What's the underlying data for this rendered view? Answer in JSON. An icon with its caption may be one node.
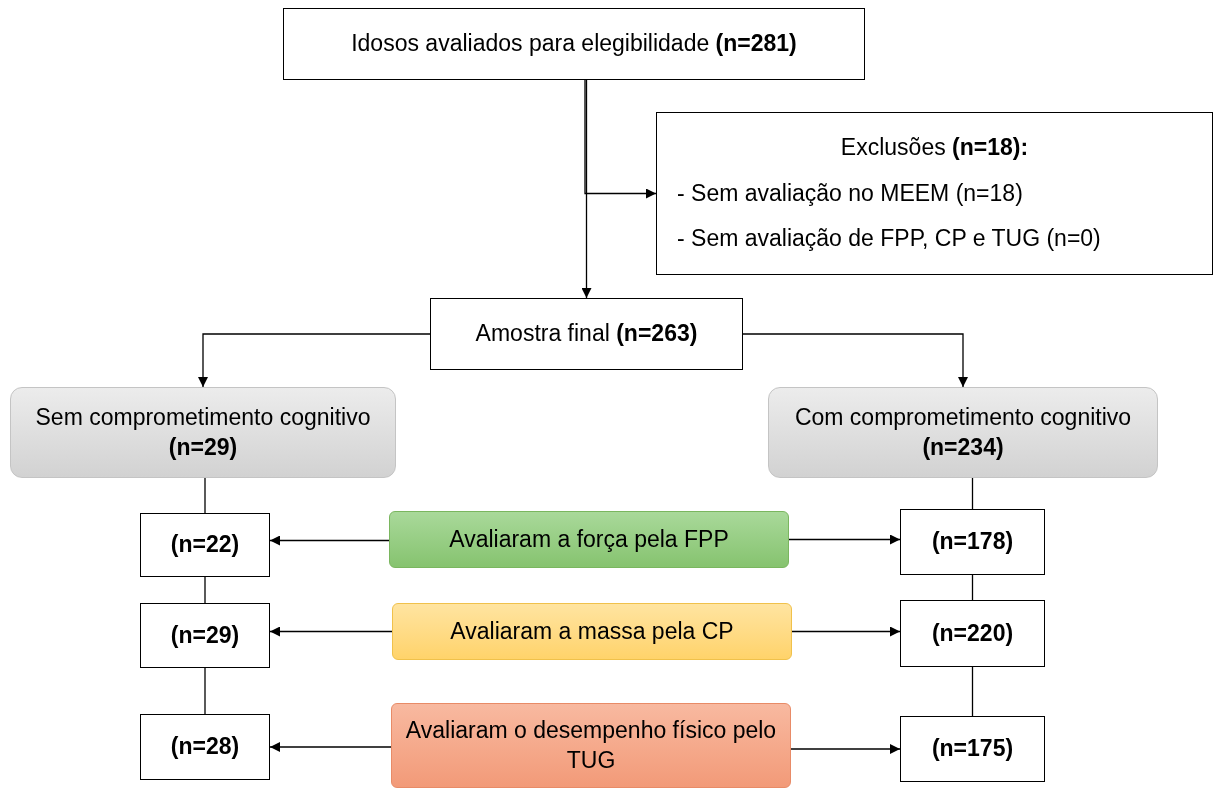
{
  "diagram": {
    "nodes": [
      {
        "text": [
          "Idosos avaliados para elegibilidade **(n=281)**"
        ]
      },
      {
        "text": [
          "Exclusões **(n=18):**",
          "- Sem avaliação no MEEM (n=18)",
          "- Sem avaliação de FPP, CP e TUG (n=0)"
        ]
      },
      {
        "text": [
          "Amostra final **(n=263)**"
        ]
      },
      {
        "text": [
          "Sem comprometimento cognitivo **(n=29)**"
        ]
      },
      {
        "text": [
          "Com comprometimento cognitivo **(n=234)**"
        ]
      },
      {
        "text": [
          "(n=22)"
        ]
      },
      {
        "text": [
          "Avaliaram a força pela FPP"
        ]
      },
      {
        "text": [
          "(n=178)"
        ]
      },
      {
        "text": [
          "(n=29)"
        ]
      },
      {
        "text": [
          "Avaliaram a massa pela CP"
        ]
      },
      {
        "text": [
          "(n=220)"
        ]
      },
      {
        "text": [
          "(n=28)"
        ]
      },
      {
        "text": [
          "Avaliaram o desempenho físico pelo TUG"
        ]
      },
      {
        "text": [
          "(n=175)"
        ]
      }
    ],
    "edges": [
      {
        "from": 0,
        "to": 2,
        "arrow": "to"
      },
      {
        "from": 0,
        "to": 1,
        "arrow": "to"
      },
      {
        "from": 2,
        "to": 3,
        "arrow": "to"
      },
      {
        "from": 2,
        "to": 4,
        "arrow": "to"
      },
      {
        "from": 3,
        "to": 5,
        "arrow": "none"
      },
      {
        "from": 5,
        "to": 8,
        "arrow": "none"
      },
      {
        "from": 8,
        "to": 11,
        "arrow": "none"
      },
      {
        "from": 4,
        "to": 7,
        "arrow": "none"
      },
      {
        "from": 7,
        "to": 10,
        "arrow": "none"
      },
      {
        "from": 10,
        "to": 13,
        "arrow": "none"
      },
      {
        "from": 6,
        "to": 5,
        "arrow": "to"
      },
      {
        "from": 6,
        "to": 7,
        "arrow": "to"
      },
      {
        "from": 9,
        "to": 8,
        "arrow": "to"
      },
      {
        "from": 9,
        "to": 10,
        "arrow": "to"
      },
      {
        "from": 12,
        "to": 11,
        "arrow": "to"
      },
      {
        "from": 12,
        "to": 13,
        "arrow": "to"
      }
    ]
  }
}
